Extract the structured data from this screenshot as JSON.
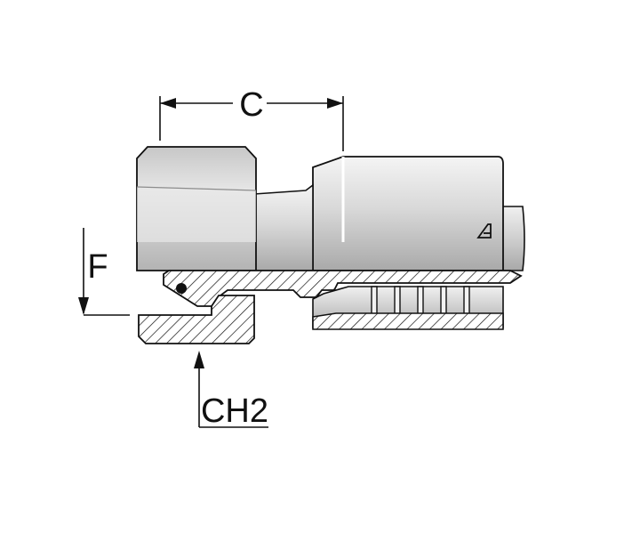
{
  "dimensions": {
    "c_label": "C",
    "f_label": "F",
    "ch2_label": "CH2"
  },
  "colors": {
    "metal_light": "#e9e9e9",
    "metal_mid": "#c9c9c9",
    "metal_dark": "#a9a9a9",
    "outline": "#111111"
  }
}
